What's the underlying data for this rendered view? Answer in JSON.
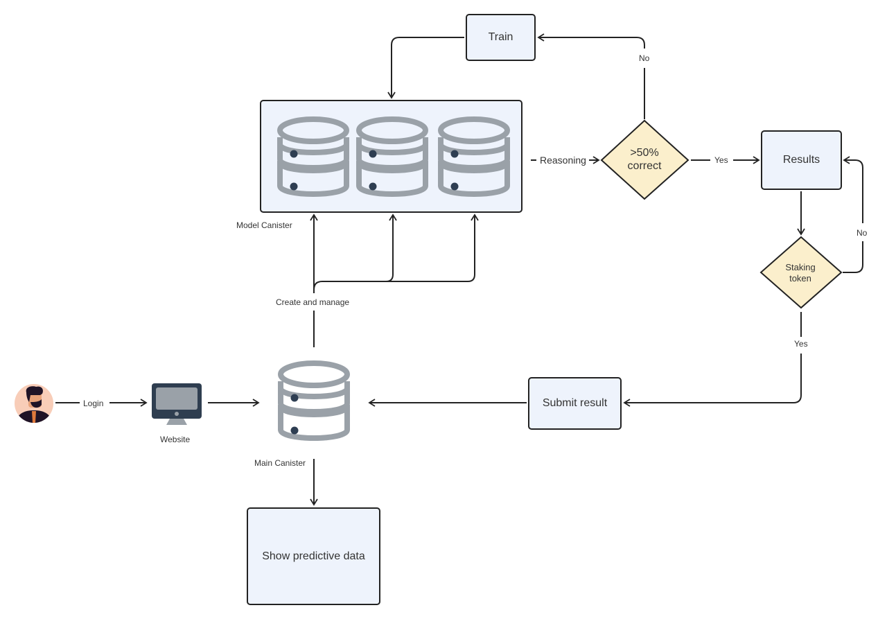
{
  "colors": {
    "node_fill": "#eef3fc",
    "decision_fill": "#fbefcc",
    "stroke": "#222222",
    "db_gray": "#9aa1a8",
    "db_dot": "#2e3e52",
    "monitor_frame": "#2f3e50",
    "monitor_screen": "#9aa1a8",
    "avatar_bg": "#f8cdb8"
  },
  "nodes": {
    "train": "Train",
    "results": "Results",
    "submit_result": "Submit result",
    "show_predictive_data": "Show predictive data"
  },
  "decisions": {
    "accuracy": {
      "line1": ">50%",
      "line2": "correct"
    },
    "staking": {
      "line1": "Staking",
      "line2": "token"
    }
  },
  "icons": {
    "user": "user-avatar-icon",
    "website": "monitor-icon",
    "main_canister": "database-icon",
    "model_canister": "database-icon"
  },
  "labels": {
    "login": "Login",
    "website": "Website",
    "main_canister": "Main Canister",
    "model_canister": "Model Canister",
    "create_and_manage": "Create and manage",
    "reasoning": "Reasoning",
    "yes_accuracy": "Yes",
    "no_accuracy": "No",
    "no_staking": "No",
    "yes_staking": "Yes"
  }
}
